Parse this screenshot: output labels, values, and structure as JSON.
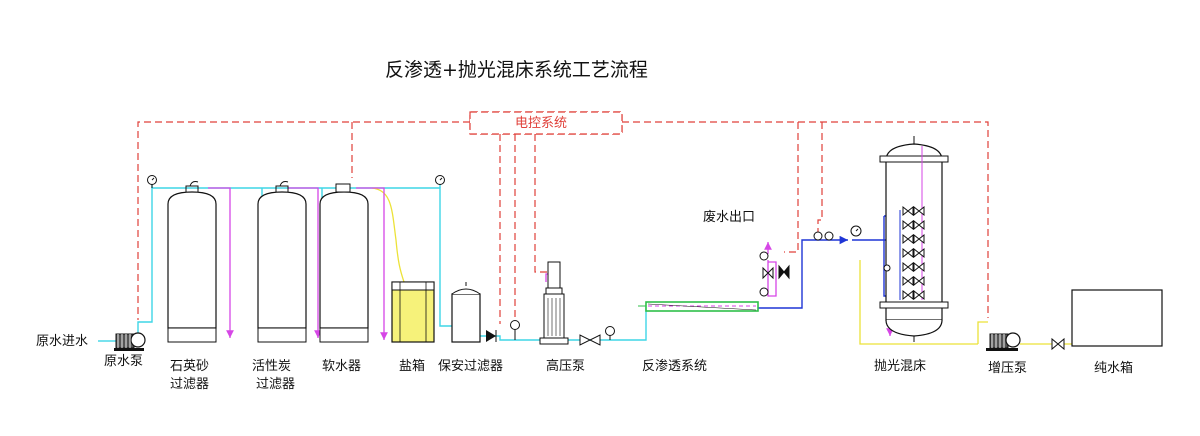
{
  "title": "反渗透+抛光混床系统工艺流程",
  "control_box_label": "电控系统",
  "labels": {
    "raw_water_inlet": "原水进水",
    "raw_water_pump": "原水泵",
    "quartz_filter_l1": "石英砂",
    "quartz_filter_l2": "过滤器",
    "carbon_filter_l1": "活性炭",
    "carbon_filter_l2": "过滤器",
    "softener": "软水器",
    "salt_tank": "盐箱",
    "security_filter": "保安过滤器",
    "high_pressure_pump": "高压泵",
    "ro_system": "反渗透系统",
    "waste_water_outlet": "废水出口",
    "mixed_bed": "抛光混床",
    "booster_pump": "增压泵",
    "pure_water_tank": "纯水箱"
  },
  "colors": {
    "raw_water_line": "#3fd6e6",
    "control_line": "#e0403a",
    "regeneration_line": "#d646e6",
    "brine_line": "#ece238",
    "product_line": "#1f35d6",
    "ro_membrane": "#2fbf4a",
    "salt_fill": "#f6f27a"
  },
  "icons": {
    "pump": "centrifugal-pump-icon",
    "gauge": "pressure-gauge-icon",
    "valve": "gate-valve-icon",
    "check_valve": "check-valve-icon"
  }
}
